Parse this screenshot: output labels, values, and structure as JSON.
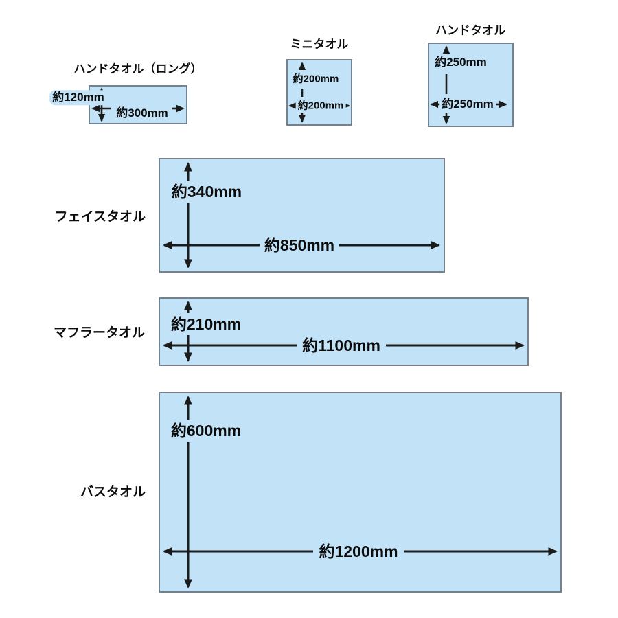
{
  "colors": {
    "towel_fill": "#c2e3f7",
    "towel_border": "#73828e",
    "arrow": "#1b1b1b",
    "text": "#0c0c0c"
  },
  "towels": [
    {
      "name": "ハンドタオル（ロング）",
      "height_label": "約120mm",
      "width_label": "約300mm"
    },
    {
      "name": "ミニタオル",
      "height_label": "約200mm",
      "width_label": "約200mm"
    },
    {
      "name": "ハンドタオル",
      "height_label": "約250mm",
      "width_label": "約250mm"
    },
    {
      "name": "フェイスタオル",
      "height_label": "約340mm",
      "width_label": "約850mm"
    },
    {
      "name": "マフラータオル",
      "height_label": "約210mm",
      "width_label": "約1100mm"
    },
    {
      "name": "バスタオル",
      "height_label": "約600mm",
      "width_label": "約1200mm"
    }
  ]
}
